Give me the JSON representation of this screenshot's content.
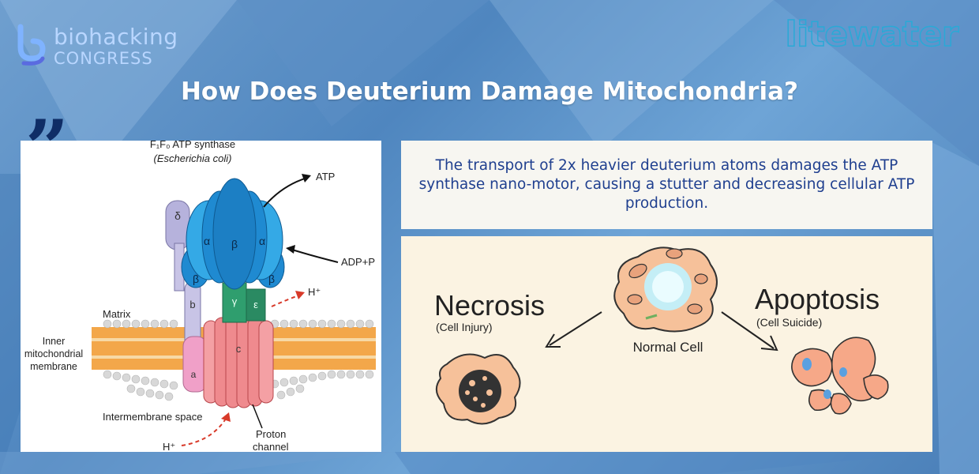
{
  "header": {
    "logo_left_line1": "biohacking",
    "logo_left_line2": "CONGRESS",
    "logo_right": "litewater",
    "title": "How Does Deuterium Damage Mitochondria?",
    "quote_symbol": "”"
  },
  "diagram": {
    "title_line1": "F₁F₀ ATP synthase",
    "title_line2": "(Escherichia coli)",
    "atp_label": "ATP",
    "adp_label": "ADP+P",
    "h_plus_label": "H⁺",
    "matrix_label": "Matrix",
    "inner_membrane_line1": "Inner",
    "inner_membrane_line2": "mitochondrial",
    "inner_membrane_line3": "membrane",
    "intermembrane_label": "Intermembrane space",
    "h_plus_bottom_label": "H⁺",
    "proton_line1": "Proton",
    "proton_line2": "channel",
    "subunits": {
      "delta": "δ",
      "alpha": "α",
      "beta": "β",
      "gamma": "γ",
      "epsilon": "ε",
      "b": "b",
      "a": "a",
      "c": "c"
    }
  },
  "caption": {
    "text": "The transport of 2x heavier deuterium atoms damages the ATP synthase nano-motor, causing a stutter and decreasing cellular ATP production."
  },
  "cells": {
    "necrosis_title": "Necrosis",
    "necrosis_sub": "(Cell Injury)",
    "normal_label": "Normal Cell",
    "apoptosis_title": "Apoptosis",
    "apoptosis_sub": "(Cell Suicide)"
  },
  "colors": {
    "title_text": "#ffffff",
    "quote_mark": "#0f2d66",
    "caption_text": "#1f3f8f",
    "beta_subunit": "#1f8ad1",
    "alpha_subunit": "#34a9e6",
    "gamma_subunit": "#2f9e6e",
    "c_ring": "#ef8a8e",
    "membrane": "#f3a74a",
    "cell_fill": "#f6c19a",
    "nucleus": "#d6f6fb"
  }
}
